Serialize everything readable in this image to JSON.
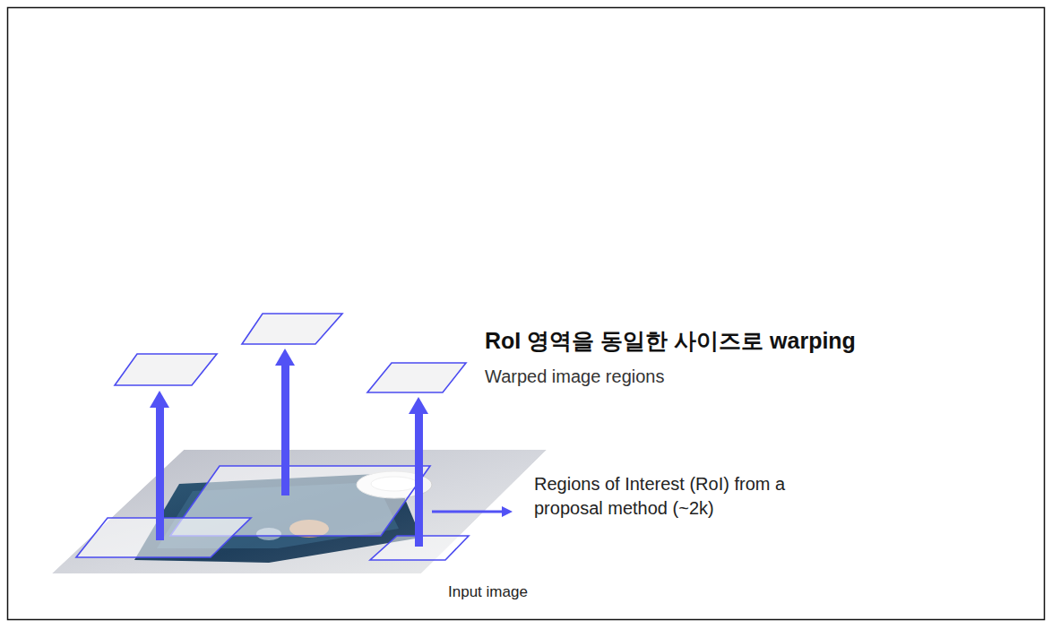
{
  "diagram": {
    "labels": [
      "RoI 영역을 동일한 사이즈로 warping",
      "Warped image regions",
      "Regions of Interest (RoI) from a proposal method (~2k)",
      "Input image"
    ]
  }
}
